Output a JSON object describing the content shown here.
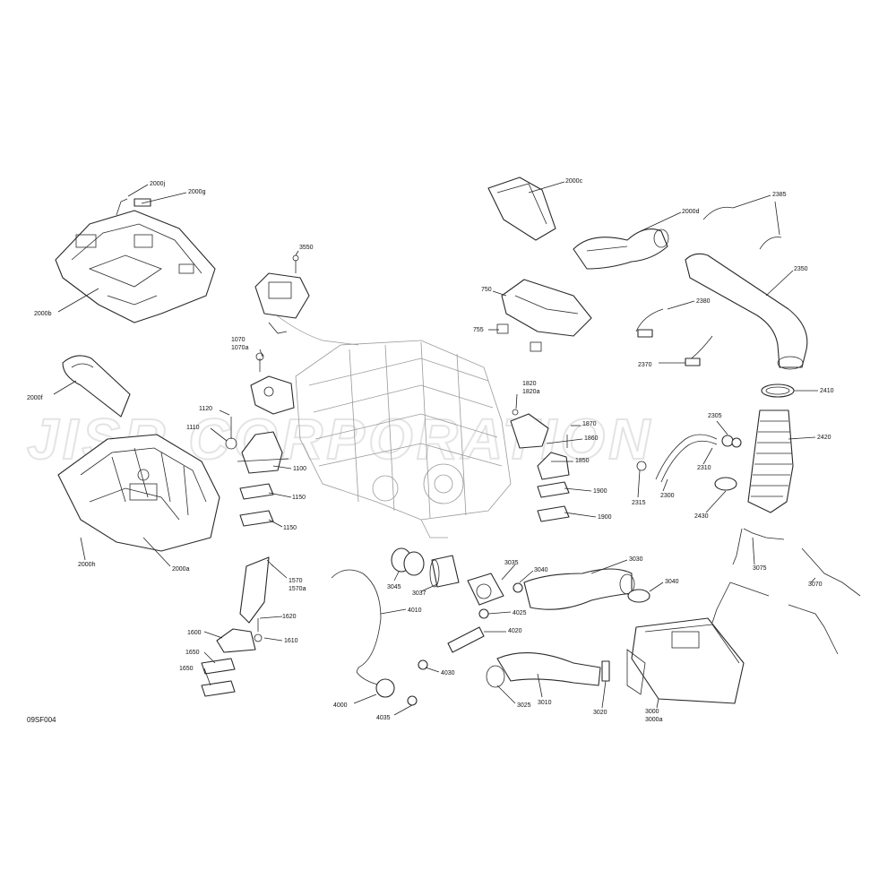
{
  "watermark": "JISR CORPORATION",
  "drawing_code": "09SF004",
  "labels": {
    "l2000j": "2000j",
    "l2000g": "2000g",
    "l2000b": "2000b",
    "l3550": "3550",
    "l2000c": "2000c",
    "l2000d": "2000d",
    "l2385": "2385",
    "l750": "750",
    "l755": "755",
    "l2350": "2350",
    "l2380": "2380",
    "l2370": "2370",
    "l1070": "1070",
    "l1070a": "1070a",
    "l2000f": "2000f",
    "l1820": "1820",
    "l1820a": "1820a",
    "l2410": "2410",
    "l2305": "2305",
    "l1120": "1120",
    "l1110": "1110",
    "l1870": "1870",
    "l1860": "1860",
    "l2420": "2420",
    "l1850": "1850",
    "l2310": "2310",
    "l1100": "1100",
    "l1900a": "1900",
    "l2300": "2300",
    "l2315": "2315",
    "l2430": "2430",
    "l1150a": "1150",
    "l1900b": "1900",
    "l1150b": "1150",
    "l2000h": "2000h",
    "l2000a": "2000a",
    "l1570": "1570",
    "l1570a": "1570a",
    "l3035": "3035",
    "l3030": "3030",
    "l3040a": "3040",
    "l3075": "3075",
    "l3045": "3045",
    "l3037": "3037",
    "l3040b": "3040",
    "l3070": "3070",
    "l4010": "4010",
    "l1620": "1620",
    "l4025": "4025",
    "l1600": "1600",
    "l1610": "1610",
    "l4020": "4020",
    "l1650a": "1650",
    "l1650b": "1650",
    "l4030": "4030",
    "l3010": "3010",
    "l3025": "3025",
    "l3020": "3020",
    "l4000": "4000",
    "l3000": "3000",
    "l3000a": "3000a",
    "l4035": "4035"
  }
}
